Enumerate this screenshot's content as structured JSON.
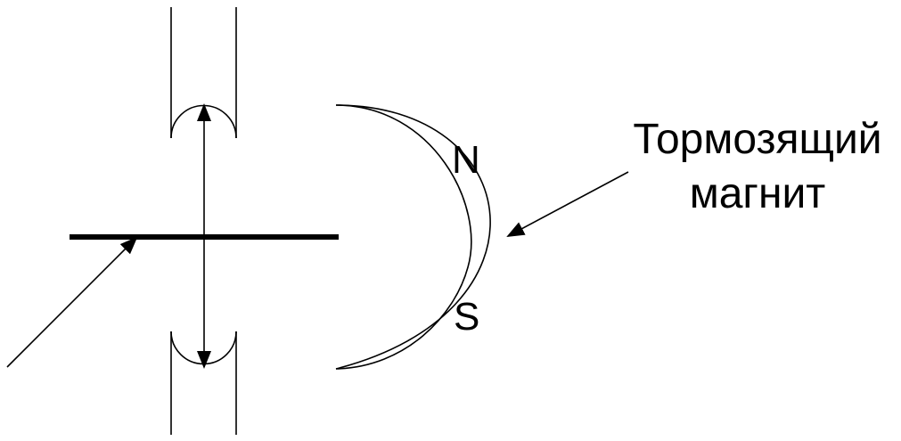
{
  "labels": {
    "pole_north": "N",
    "pole_south": "S",
    "magnet_line1": "Тормозящий",
    "magnet_line2": "магнит"
  },
  "colors": {
    "stroke": "#000000",
    "background": "#ffffff"
  }
}
